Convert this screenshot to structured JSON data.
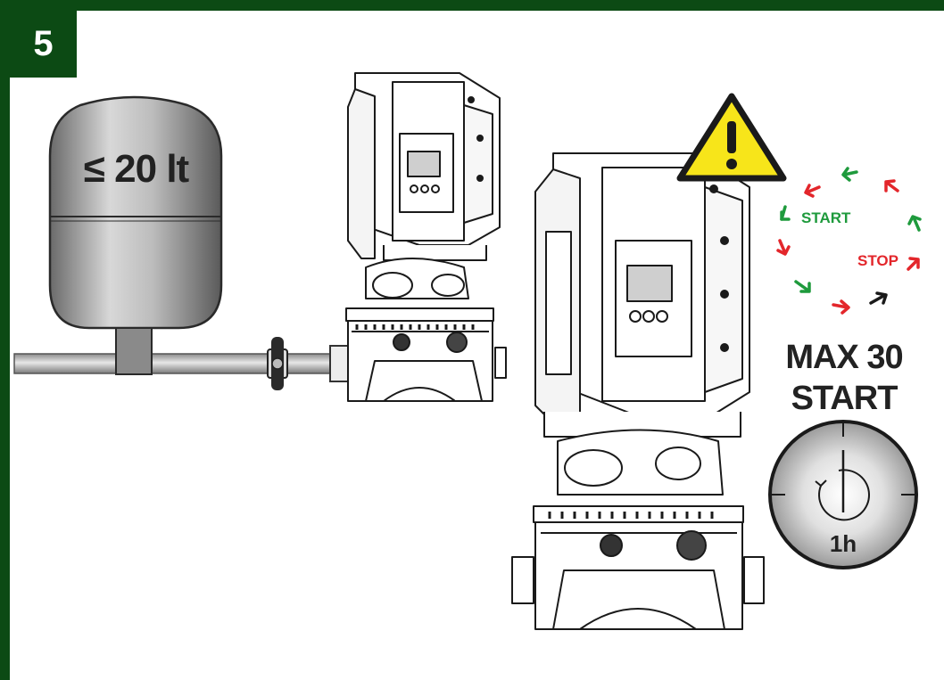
{
  "step": {
    "number": "5"
  },
  "tank": {
    "capacity_label": "≤ 20 lt"
  },
  "cycle": {
    "start_label": "START",
    "stop_label": "STOP"
  },
  "limit": {
    "line1": "MAX 30",
    "line2": "START"
  },
  "clock": {
    "label": "1h"
  },
  "colors": {
    "frame": "#0c4a14",
    "start_arrow": "#1e9a3c",
    "stop_arrow": "#e3262b",
    "warning_fill": "#f7e51a"
  },
  "icons": [
    "warning-triangle-icon",
    "clock-icon",
    "refresh-arrow-icon"
  ]
}
